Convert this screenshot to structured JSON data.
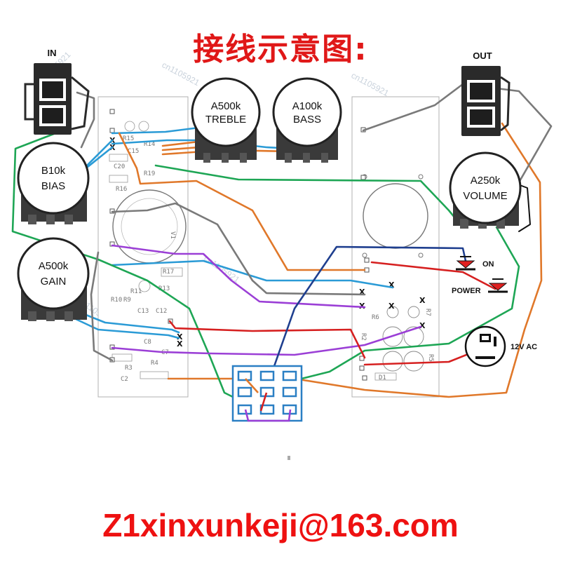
{
  "title": "接线示意图:",
  "footer": "Z1xinxunkeji@163.com",
  "watermark": "cn1105921",
  "jacks": {
    "input": "IN",
    "output": "OUT"
  },
  "pots": {
    "treble": {
      "value": "A500k",
      "name": "TREBLE"
    },
    "bass": {
      "value": "A100k",
      "name": "BASS"
    },
    "bias": {
      "value": "B10k",
      "name": "BIAS"
    },
    "gain": {
      "value": "A500k",
      "name": "GAIN"
    },
    "volume": {
      "value": "A250k",
      "name": "VOLUME"
    }
  },
  "switches": {
    "on": "ON",
    "power": "POWER"
  },
  "power_jack": "12V AC",
  "pcb": {
    "tube": "V1",
    "left_parts": [
      "R15",
      "R14",
      "R19",
      "C15",
      "C20",
      "R16",
      "R17",
      "R10",
      "R9",
      "R11",
      "C13",
      "C12",
      "R13",
      "R3",
      "C2",
      "C8",
      "C7",
      "R4"
    ],
    "right_parts": [
      "R2",
      "R5",
      "R6",
      "R7",
      "D1"
    ]
  },
  "colors": {
    "title": "#e01818",
    "wire_blue": "#2b9bd6",
    "wire_orange": "#e0782a",
    "wire_green": "#1ea655",
    "wire_purple": "#9b3fd6",
    "wire_red": "#d62020",
    "wire_gray": "#7a7a7a",
    "wire_navy": "#1f3f8f",
    "wire_darkgreen": "#118844",
    "switch_box": "#2a7fc4"
  }
}
